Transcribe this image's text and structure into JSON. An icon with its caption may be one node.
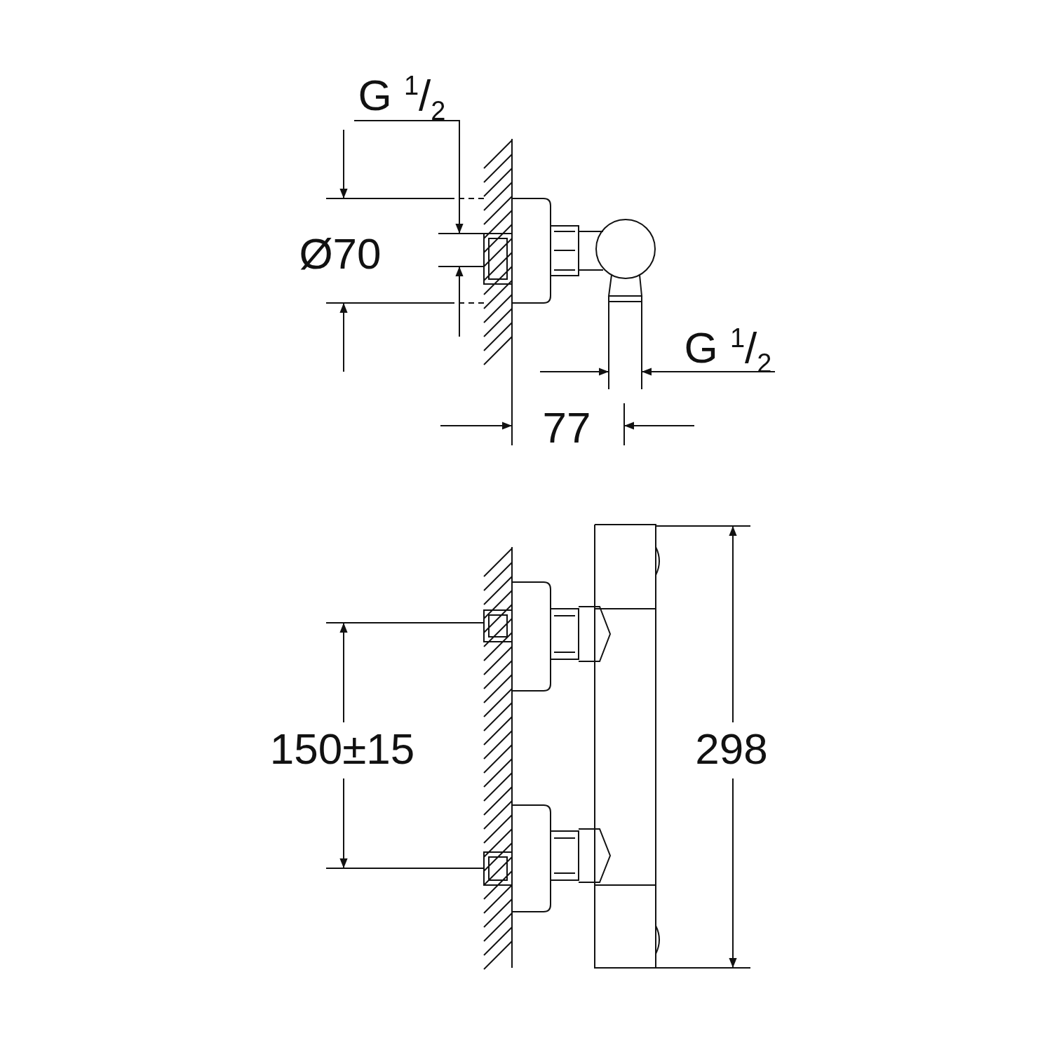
{
  "diagram": {
    "labels": [
      "G $^{1}$/$_{2}$",
      "Ø70",
      "G $^{1}$/$_{2}$",
      "77",
      "150±15",
      "298"
    ]
  }
}
